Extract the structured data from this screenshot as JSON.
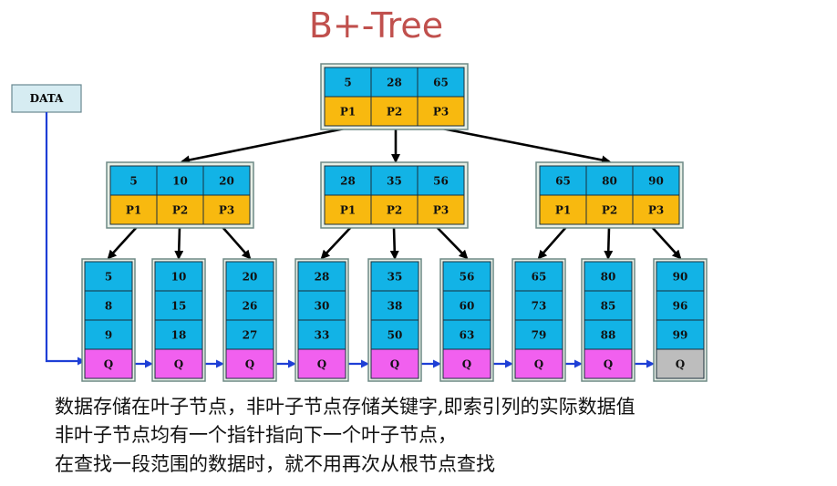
{
  "title": "B+-Tree",
  "data_label": "DATA",
  "root": {
    "keys": [
      "5",
      "28",
      "65"
    ],
    "pointers": [
      "P1",
      "P2",
      "P3"
    ]
  },
  "internal": [
    {
      "keys": [
        "5",
        "10",
        "20"
      ],
      "pointers": [
        "P1",
        "P2",
        "P3"
      ]
    },
    {
      "keys": [
        "28",
        "35",
        "56"
      ],
      "pointers": [
        "P1",
        "P2",
        "P3"
      ]
    },
    {
      "keys": [
        "65",
        "80",
        "90"
      ],
      "pointers": [
        "P1",
        "P2",
        "P3"
      ]
    }
  ],
  "leaves": [
    {
      "keys": [
        "5",
        "8",
        "9"
      ],
      "link": "Q"
    },
    {
      "keys": [
        "10",
        "15",
        "18"
      ],
      "link": "Q"
    },
    {
      "keys": [
        "20",
        "26",
        "27"
      ],
      "link": "Q"
    },
    {
      "keys": [
        "28",
        "30",
        "33"
      ],
      "link": "Q"
    },
    {
      "keys": [
        "35",
        "38",
        "50"
      ],
      "link": "Q"
    },
    {
      "keys": [
        "56",
        "60",
        "63"
      ],
      "link": "Q"
    },
    {
      "keys": [
        "65",
        "73",
        "79"
      ],
      "link": "Q"
    },
    {
      "keys": [
        "80",
        "85",
        "88"
      ],
      "link": "Q"
    },
    {
      "keys": [
        "90",
        "96",
        "99"
      ],
      "link": "Q"
    }
  ],
  "captions": [
    "数据存储在叶子节点，非叶子节点存储关键字,即索引列的实际数据值",
    "非叶子节点均有一个指针指向下一个叶子节点，",
    "在查找一段范围的数据时，就不用再次从根节点查找"
  ],
  "colors": {
    "key_cell": "#12b3e6",
    "pointer_cell": "#f8b90f",
    "link_cell": "#f160ef",
    "last_link_cell": "#bdbdbd",
    "title": "#c0504d",
    "leaf_link_arrow": "#1e3fd6"
  }
}
